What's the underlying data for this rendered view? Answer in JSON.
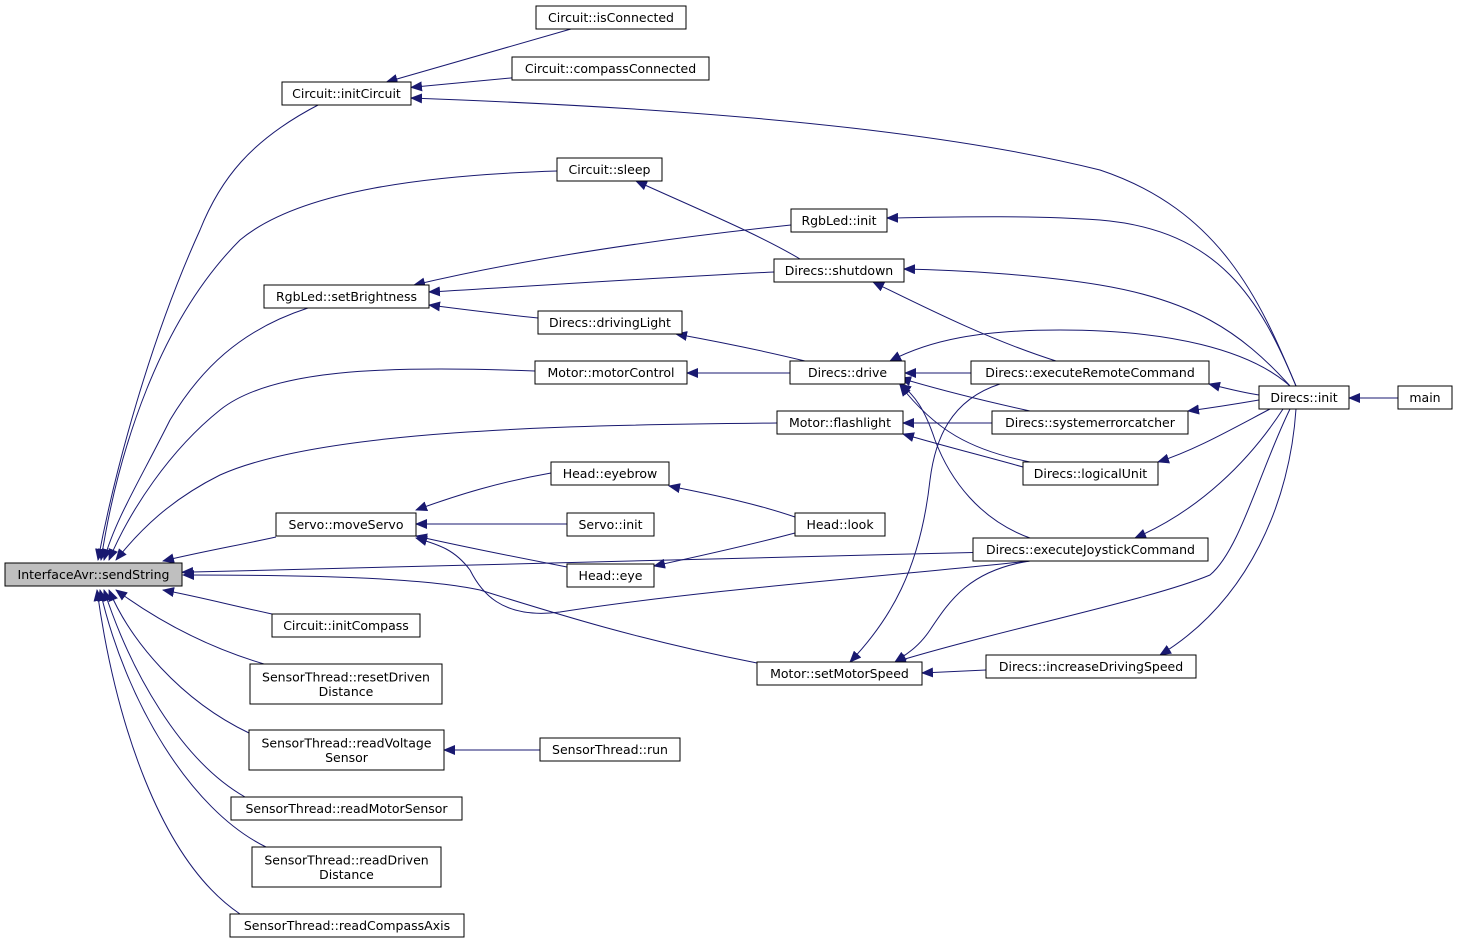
{
  "colors": {
    "edge": "#191970",
    "node_border": "#000000",
    "node_fill": "#ffffff",
    "root_fill": "#bfbfbf"
  },
  "nodes": [
    {
      "id": "send_string",
      "lines": [
        "InterfaceAvr::sendString"
      ],
      "root": true
    },
    {
      "id": "init_circuit",
      "lines": [
        "Circuit::initCircuit"
      ]
    },
    {
      "id": "is_connected",
      "lines": [
        "Circuit::isConnected"
      ]
    },
    {
      "id": "compass_connected",
      "lines": [
        "Circuit::compassConnected"
      ]
    },
    {
      "id": "circuit_sleep",
      "lines": [
        "Circuit::sleep"
      ]
    },
    {
      "id": "rgbled_init",
      "lines": [
        "RgbLed::init"
      ]
    },
    {
      "id": "shutdown",
      "lines": [
        "Direcs::shutdown"
      ]
    },
    {
      "id": "set_brightness",
      "lines": [
        "RgbLed::setBrightness"
      ]
    },
    {
      "id": "driving_light",
      "lines": [
        "Direcs::drivingLight"
      ]
    },
    {
      "id": "motor_control",
      "lines": [
        "Motor::motorControl"
      ]
    },
    {
      "id": "drive",
      "lines": [
        "Direcs::drive"
      ]
    },
    {
      "id": "exec_remote",
      "lines": [
        "Direcs::executeRemoteCommand"
      ]
    },
    {
      "id": "direcs_init",
      "lines": [
        "Direcs::init"
      ]
    },
    {
      "id": "main",
      "lines": [
        "main"
      ]
    },
    {
      "id": "flashlight",
      "lines": [
        "Motor::flashlight"
      ]
    },
    {
      "id": "syserr",
      "lines": [
        "Direcs::systemerrorcatcher"
      ]
    },
    {
      "id": "logical_unit",
      "lines": [
        "Direcs::logicalUnit"
      ]
    },
    {
      "id": "eyebrow",
      "lines": [
        "Head::eyebrow"
      ]
    },
    {
      "id": "move_servo",
      "lines": [
        "Servo::moveServo"
      ]
    },
    {
      "id": "servo_init",
      "lines": [
        "Servo::init"
      ]
    },
    {
      "id": "head_look",
      "lines": [
        "Head::look"
      ]
    },
    {
      "id": "exec_joystick",
      "lines": [
        "Direcs::executeJoystickCommand"
      ]
    },
    {
      "id": "head_eye",
      "lines": [
        "Head::eye"
      ]
    },
    {
      "id": "init_compass",
      "lines": [
        "Circuit::initCompass"
      ]
    },
    {
      "id": "set_motor_speed",
      "lines": [
        "Motor::setMotorSpeed"
      ]
    },
    {
      "id": "increase_speed",
      "lines": [
        "Direcs::increaseDrivingSpeed"
      ]
    },
    {
      "id": "reset_driven",
      "lines": [
        "SensorThread::resetDriven",
        "Distance"
      ]
    },
    {
      "id": "read_voltage",
      "lines": [
        "SensorThread::readVoltage",
        "Sensor"
      ]
    },
    {
      "id": "st_run",
      "lines": [
        "SensorThread::run"
      ]
    },
    {
      "id": "read_motor_sensor",
      "lines": [
        "SensorThread::readMotorSensor"
      ]
    },
    {
      "id": "read_driven",
      "lines": [
        "SensorThread::readDriven",
        "Distance"
      ]
    },
    {
      "id": "read_compass",
      "lines": [
        "SensorThread::readCompassAxis"
      ]
    }
  ],
  "edges": [
    {
      "from": "init_circuit",
      "to": "send_string"
    },
    {
      "from": "circuit_sleep",
      "to": "send_string"
    },
    {
      "from": "set_brightness",
      "to": "send_string"
    },
    {
      "from": "motor_control",
      "to": "send_string"
    },
    {
      "from": "flashlight",
      "to": "send_string"
    },
    {
      "from": "move_servo",
      "to": "send_string"
    },
    {
      "from": "set_motor_speed",
      "to": "send_string"
    },
    {
      "from": "init_compass",
      "to": "send_string"
    },
    {
      "from": "reset_driven",
      "to": "send_string"
    },
    {
      "from": "read_voltage",
      "to": "send_string"
    },
    {
      "from": "read_motor_sensor",
      "to": "send_string"
    },
    {
      "from": "read_driven",
      "to": "send_string"
    },
    {
      "from": "read_compass",
      "to": "send_string"
    },
    {
      "from": "is_connected",
      "to": "init_circuit"
    },
    {
      "from": "compass_connected",
      "to": "init_circuit"
    },
    {
      "from": "direcs_init",
      "to": "init_circuit"
    },
    {
      "from": "shutdown",
      "to": "circuit_sleep"
    },
    {
      "from": "rgbled_init",
      "to": "set_brightness"
    },
    {
      "from": "shutdown",
      "to": "set_brightness"
    },
    {
      "from": "driving_light",
      "to": "set_brightness"
    },
    {
      "from": "direcs_init",
      "to": "rgbled_init"
    },
    {
      "from": "direcs_init",
      "to": "shutdown"
    },
    {
      "from": "exec_remote",
      "to": "shutdown"
    },
    {
      "from": "drive",
      "to": "driving_light"
    },
    {
      "from": "drive",
      "to": "motor_control"
    },
    {
      "from": "direcs_init",
      "to": "drive"
    },
    {
      "from": "exec_remote",
      "to": "drive"
    },
    {
      "from": "syserr",
      "to": "drive"
    },
    {
      "from": "logical_unit",
      "to": "drive"
    },
    {
      "from": "exec_joystick",
      "to": "drive"
    },
    {
      "from": "syserr",
      "to": "flashlight"
    },
    {
      "from": "logical_unit",
      "to": "flashlight"
    },
    {
      "from": "eyebrow",
      "to": "move_servo"
    },
    {
      "from": "servo_init",
      "to": "move_servo"
    },
    {
      "from": "head_eye",
      "to": "move_servo"
    },
    {
      "from": "exec_joystick",
      "to": "move_servo"
    },
    {
      "from": "head_look",
      "to": "eyebrow"
    },
    {
      "from": "head_look",
      "to": "head_eye"
    },
    {
      "from": "exec_joystick",
      "to": "send_string"
    },
    {
      "from": "exec_remote",
      "to": "set_motor_speed"
    },
    {
      "from": "exec_joystick",
      "to": "set_motor_speed"
    },
    {
      "from": "increase_speed",
      "to": "set_motor_speed"
    },
    {
      "from": "direcs_init",
      "to": "set_motor_speed"
    },
    {
      "from": "direcs_init",
      "to": "exec_remote"
    },
    {
      "from": "direcs_init",
      "to": "syserr"
    },
    {
      "from": "direcs_init",
      "to": "logical_unit"
    },
    {
      "from": "direcs_init",
      "to": "exec_joystick"
    },
    {
      "from": "direcs_init",
      "to": "increase_speed"
    },
    {
      "from": "main",
      "to": "direcs_init"
    },
    {
      "from": "st_run",
      "to": "read_voltage"
    }
  ]
}
